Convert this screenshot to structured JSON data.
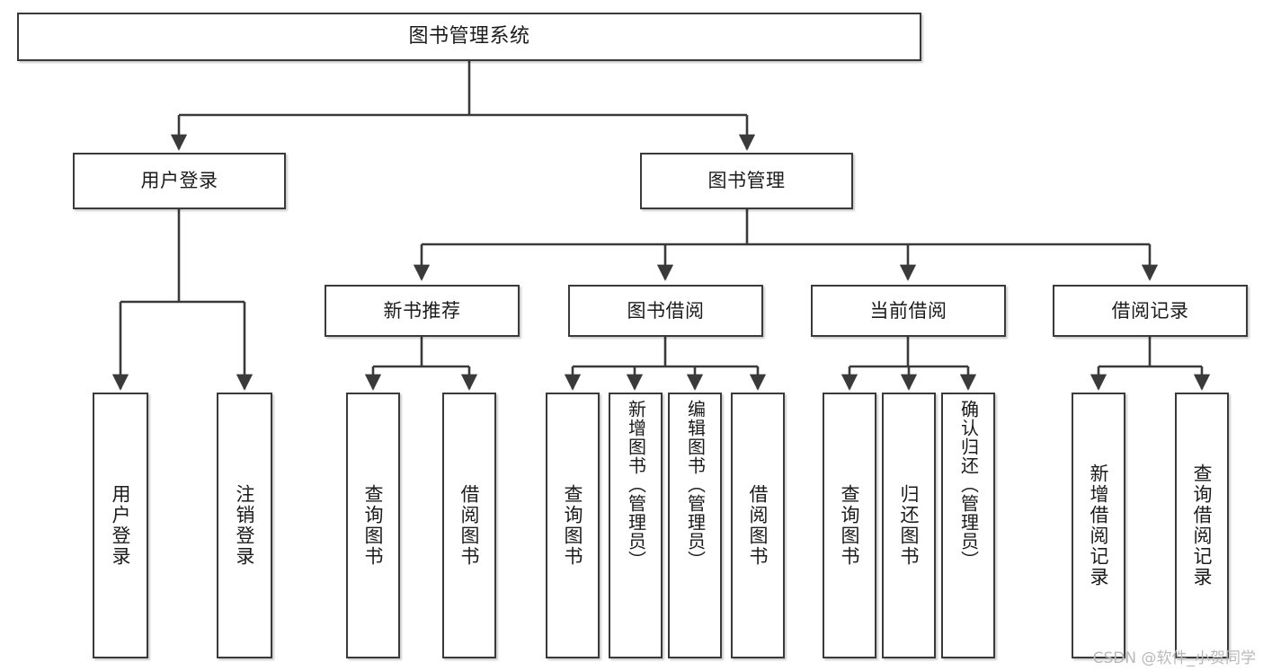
{
  "diagram": {
    "title": "图书管理系统",
    "type": "tree-hierarchy-chart",
    "watermark": "CSDN @软件_小贺同学",
    "style": {
      "background": "#ffffff",
      "box_border": "#3a3a3a",
      "box_fill": "#ffffff",
      "text_color": "#1b1b1b",
      "line_color": "#3a3a3a",
      "watermark_color": "#b9b9b9"
    },
    "root": {
      "id": "root",
      "label": "图书管理系统"
    },
    "level1": [
      {
        "id": "user-login",
        "label": "用户登录"
      },
      {
        "id": "book-manage",
        "label": "图书管理"
      }
    ],
    "level2": [
      {
        "id": "new-book-recommend",
        "label": "新书推荐",
        "parent": "book-manage"
      },
      {
        "id": "book-borrow",
        "label": "图书借阅",
        "parent": "book-manage"
      },
      {
        "id": "current-borrow",
        "label": "当前借阅",
        "parent": "book-manage"
      },
      {
        "id": "borrow-record",
        "label": "借阅记录",
        "parent": "book-manage"
      }
    ],
    "leaves": {
      "user-login": [
        {
          "id": "leaf-user-login",
          "label": "用户登录"
        },
        {
          "id": "leaf-logout-login",
          "label": "注销登录"
        }
      ],
      "new-book-recommend": [
        {
          "id": "leaf-query-book-1",
          "label": "查询图书"
        },
        {
          "id": "leaf-borrow-book-1",
          "label": "借阅图书"
        }
      ],
      "book-borrow": [
        {
          "id": "leaf-query-book-2",
          "label": "查询图书"
        },
        {
          "id": "leaf-add-book",
          "label": "新增图书（管理员）"
        },
        {
          "id": "leaf-edit-book",
          "label": "编辑图书（管理员）"
        },
        {
          "id": "leaf-borrow-book-2",
          "label": "借阅图书"
        }
      ],
      "current-borrow": [
        {
          "id": "leaf-query-book-3",
          "label": "查询图书"
        },
        {
          "id": "leaf-return-book",
          "label": "归还图书"
        },
        {
          "id": "leaf-confirm-return",
          "label": "确认归还（管理员）"
        }
      ],
      "borrow-record": [
        {
          "id": "leaf-add-record",
          "label": "新增借阅记录"
        },
        {
          "id": "leaf-query-record",
          "label": "查询借阅记录"
        }
      ]
    }
  }
}
